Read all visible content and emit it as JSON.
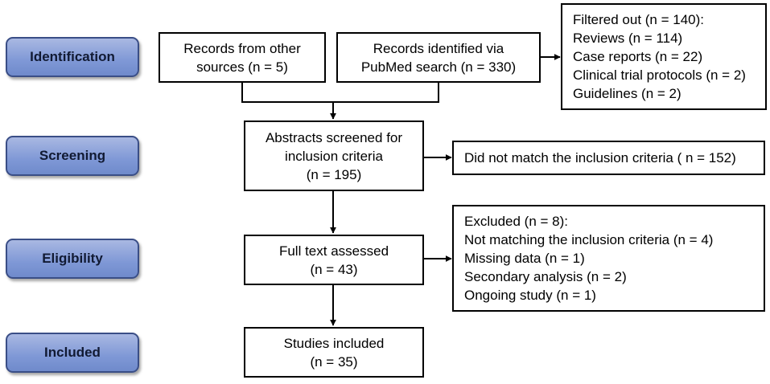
{
  "stages": {
    "identification": "Identification",
    "screening": "Screening",
    "eligibility": "Eligibility",
    "included": "Included"
  },
  "boxes": {
    "other_sources": {
      "lines": [
        "Records from other",
        "sources (n = 5)"
      ]
    },
    "pubmed": {
      "lines": [
        "Records identified via",
        "PubMed search (n = 330)"
      ]
    },
    "filtered_out": {
      "lines": [
        "Filtered out (n = 140):",
        "Reviews (n = 114)",
        "Case reports (n = 22)",
        "Clinical trial protocols (n = 2)",
        "Guidelines (n = 2)"
      ]
    },
    "abstracts": {
      "lines": [
        "Abstracts screened  for",
        "inclusion criteria",
        "(n = 195)"
      ]
    },
    "not_matched": {
      "lines": [
        "Did not match the inclusion criteria ( n = 152)"
      ]
    },
    "full_text": {
      "lines": [
        "Full text assessed",
        "(n = 43)"
      ]
    },
    "excluded": {
      "lines": [
        "Excluded (n = 8):",
        "Not matching the inclusion criteria (n = 4)",
        "Missing data (n = 1)",
        "Secondary analysis  (n = 2)",
        "Ongoing study (n = 1)"
      ]
    },
    "studies": {
      "lines": [
        "Studies included",
        "(n = 35)"
      ]
    }
  }
}
